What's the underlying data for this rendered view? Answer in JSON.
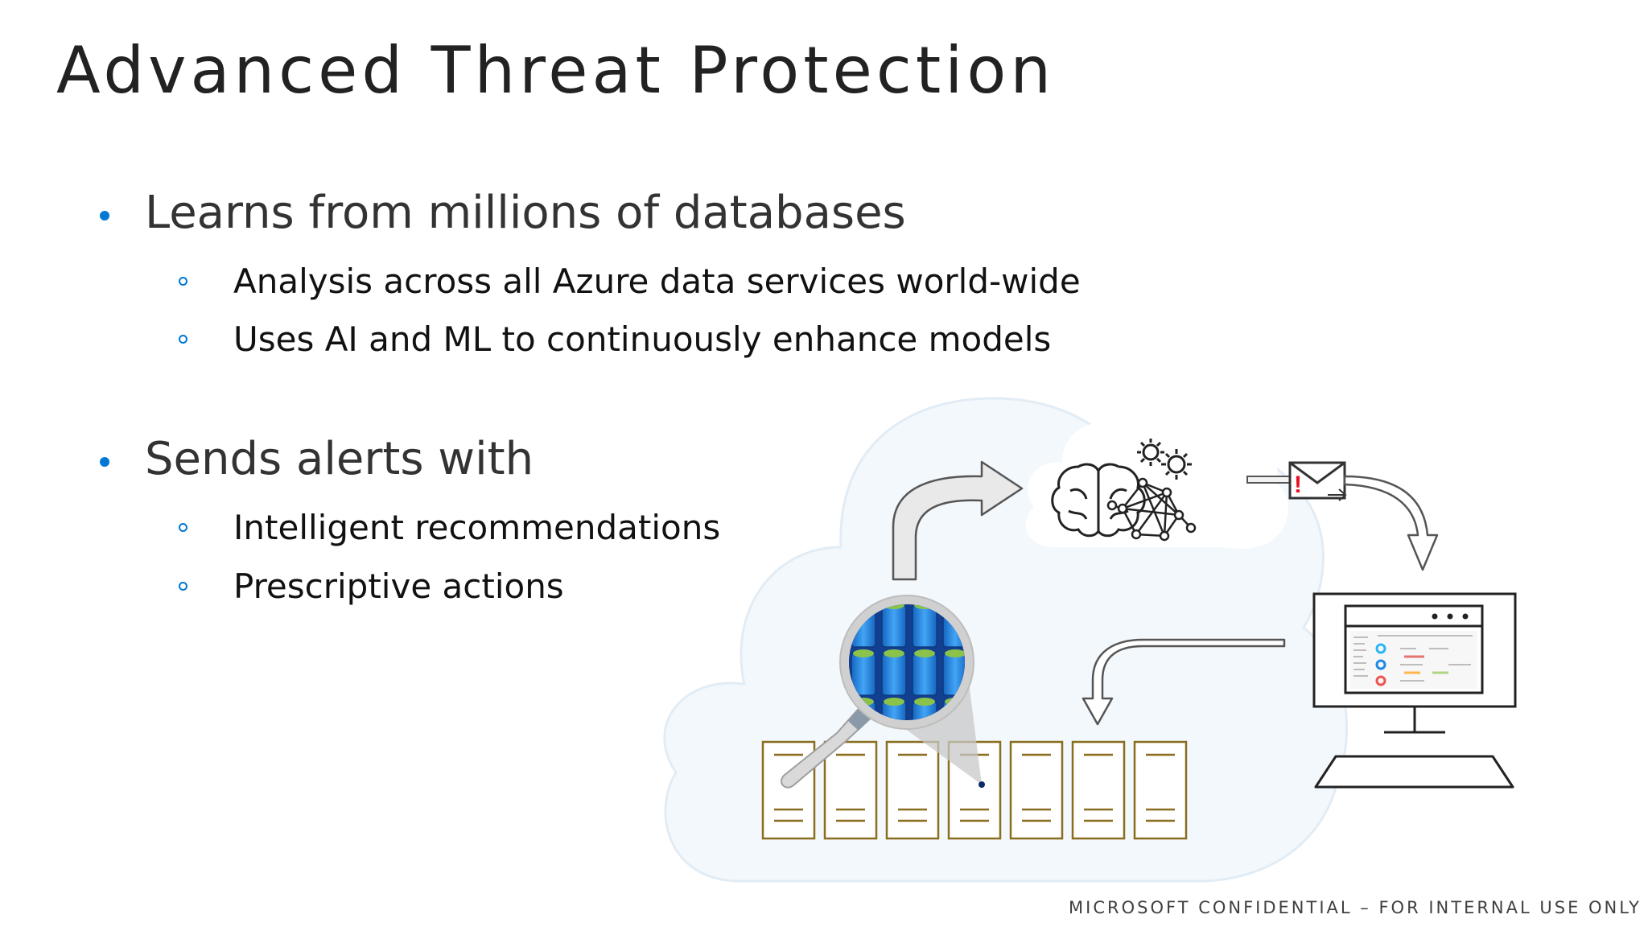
{
  "slide": {
    "title": "Advanced Threat Protection",
    "bullets": [
      {
        "text": "Learns from millions of databases",
        "sub": [
          "Analysis across all Azure data services world-wide",
          "Uses AI and ML to continuously enhance models"
        ]
      },
      {
        "text": "Sends alerts with",
        "sub": [
          "Intelligent recommendations",
          "Prescriptive actions"
        ]
      }
    ],
    "footer": "MICROSOFT CONFIDENTIAL – FOR INTERNAL USE ONLY"
  },
  "illustration": {
    "alert_mark": "!",
    "icons": [
      "cloud-icon",
      "brain-icon",
      "gear-icon",
      "network-icon",
      "envelope-icon",
      "magnifier-icon",
      "database-icon",
      "monitor-icon",
      "arrow-icon"
    ],
    "colors": {
      "accent": "#0078d4",
      "cloud_fill": "#f3f8fc",
      "server_outline": "#8a6d1e",
      "alert": "#e81123",
      "db_blue": "#1e88e5"
    }
  }
}
